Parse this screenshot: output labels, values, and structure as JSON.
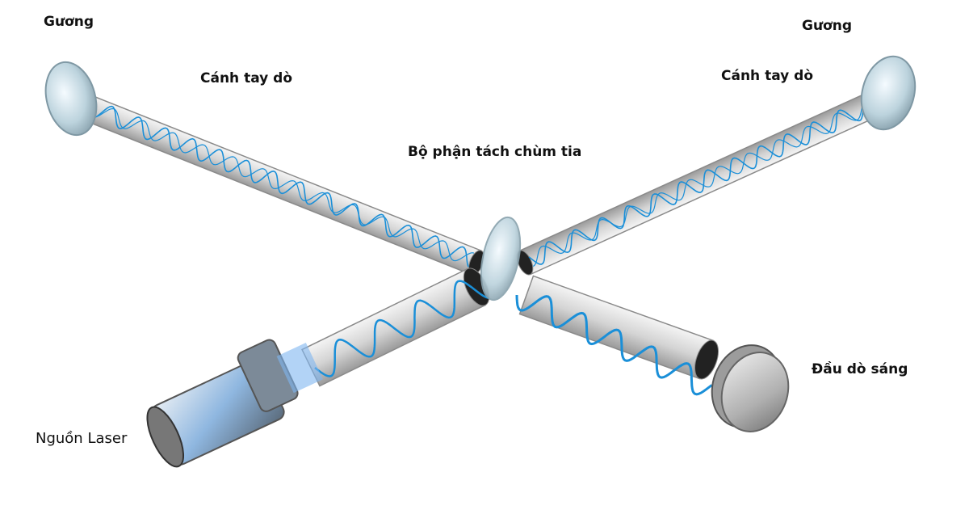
{
  "labels": {
    "mirror_left": "Gương",
    "mirror_right": "Gương",
    "arm_left": "Cánh tay dò",
    "arm_right": "Cánh tay dò",
    "beam_splitter": "Bộ phận tách chùm tia",
    "photodetector": "Đầu dò sáng",
    "laser_source": "Nguồn Laser"
  },
  "colors": {
    "wave": "#1a8fd8",
    "tube": "#d9d9d9",
    "tube_edge": "#8a8a8a"
  }
}
